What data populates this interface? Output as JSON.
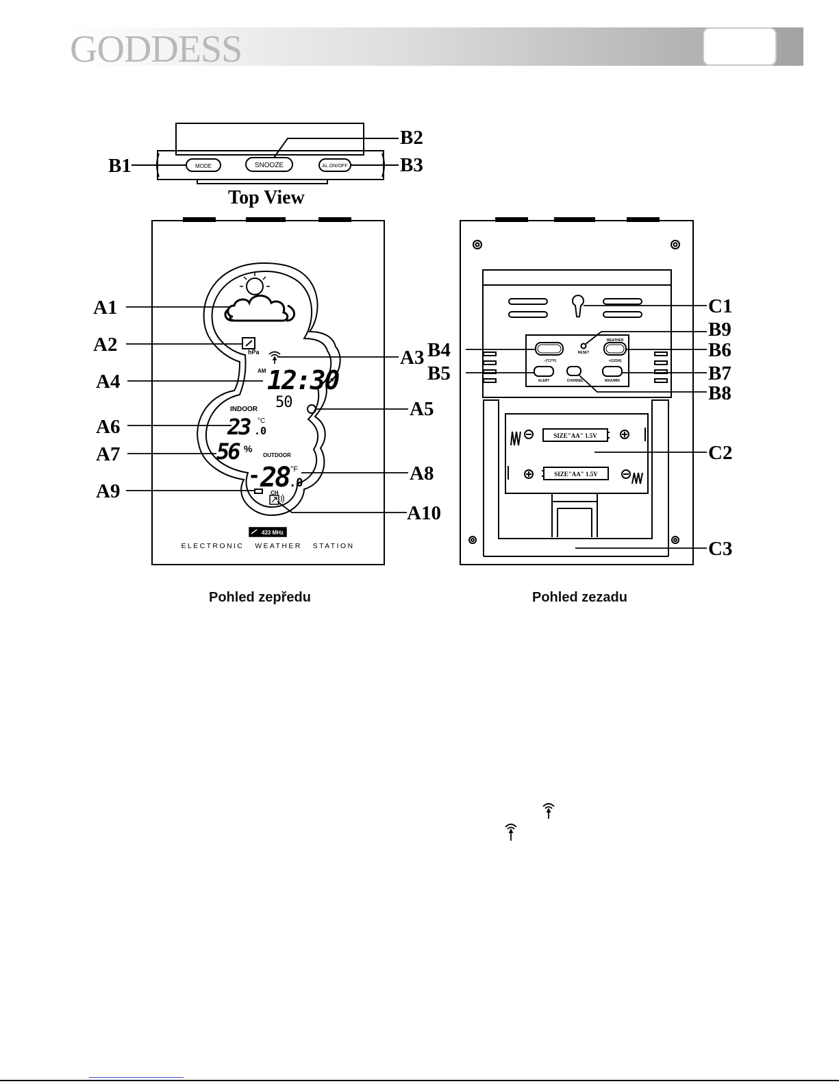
{
  "header": {
    "brand": "GODDESS",
    "band_colors": [
      "#ffffff",
      "#d4d4d4",
      "#9e9e9e"
    ]
  },
  "top_view": {
    "title": "Top View",
    "buttons": {
      "mode": "MODE",
      "snooze": "SNOOZE",
      "al": "AL.ON/OFF"
    }
  },
  "front_view": {
    "caption": "Pohled zepředu",
    "display": {
      "unit_pressure": "hPa",
      "am": "AM",
      "time": "12:30",
      "seconds": "50",
      "indoor_label": "INDOOR",
      "indoor_temp": "23",
      "indoor_temp_decimal": ".0",
      "indoor_unit": "°C",
      "humidity": "56",
      "humidity_unit": "%",
      "outdoor_label": "OUTDOOR",
      "outdoor_sign": "-",
      "outdoor_temp": "28",
      "outdoor_temp_decimal": ".0",
      "outdoor_unit": "°F",
      "channel": "CH"
    },
    "badge": "433 MHz",
    "device_name": "ELECTRONIC   WEATHER   STATION"
  },
  "back_view": {
    "caption": "Pohled zezadu",
    "buttons": {
      "b4_label": "−(°C/°F)",
      "b9_label": "RESET",
      "b6_top": "WEATHER",
      "b6_label": "+(12/24)",
      "b5_label": "ALERT",
      "b8_label": "CHANNEL",
      "b7_label": "MAX/MIN"
    },
    "battery_1": "SIZE\"AA\" 1.5V",
    "battery_2": "SIZE\"AA\" 1.5V"
  },
  "callouts": {
    "A1": "A1",
    "A2": "A2",
    "A3": "A3",
    "A4": "A4",
    "A5": "A5",
    "A6": "A6",
    "A7": "A7",
    "A8": "A8",
    "A9": "A9",
    "A10": "A10",
    "B1": "B1",
    "B2": "B2",
    "B3": "B3",
    "B4": "B4",
    "B5": "B5",
    "B6": "B6",
    "B7": "B7",
    "B8": "B8",
    "B9": "B9",
    "C1": "C1",
    "C2": "C2",
    "C3": "C3"
  }
}
